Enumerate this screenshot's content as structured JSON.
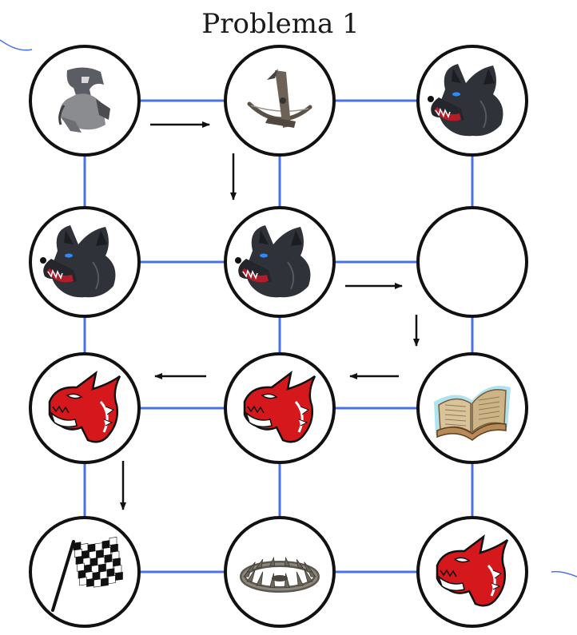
{
  "title": "Problema 1",
  "colors": {
    "edge": "#4a72e8",
    "node_border": "#111111",
    "arrow": "#111111",
    "dragon_red": "#d4181c",
    "wolf": "#2f3238",
    "wolf_eye": "#2a8cff",
    "book": "#b98a57",
    "book_glow": "#7ad1e6"
  },
  "grid": {
    "rows": [
      [
        "knight-icon",
        "crossbow-icon",
        "wolf-icon"
      ],
      [
        "wolf-icon",
        "wolf-icon",
        "empty"
      ],
      [
        "dragon-icon",
        "dragon-icon",
        "spellbook-icon"
      ],
      [
        "checkered-flag-icon",
        "bear-trap-icon",
        "dragon-icon"
      ]
    ]
  },
  "path_arrows": [
    {
      "from": [
        0,
        0
      ],
      "to": [
        0,
        1
      ],
      "direction": "right"
    },
    {
      "from": [
        0,
        1
      ],
      "to": [
        1,
        1
      ],
      "direction": "down"
    },
    {
      "from": [
        1,
        1
      ],
      "to": [
        1,
        2
      ],
      "direction": "right"
    },
    {
      "from": [
        1,
        2
      ],
      "to": [
        2,
        2
      ],
      "direction": "down"
    },
    {
      "from": [
        2,
        2
      ],
      "to": [
        2,
        1
      ],
      "direction": "left"
    },
    {
      "from": [
        2,
        1
      ],
      "to": [
        2,
        0
      ],
      "direction": "left"
    },
    {
      "from": [
        2,
        0
      ],
      "to": [
        3,
        0
      ],
      "direction": "down"
    }
  ]
}
